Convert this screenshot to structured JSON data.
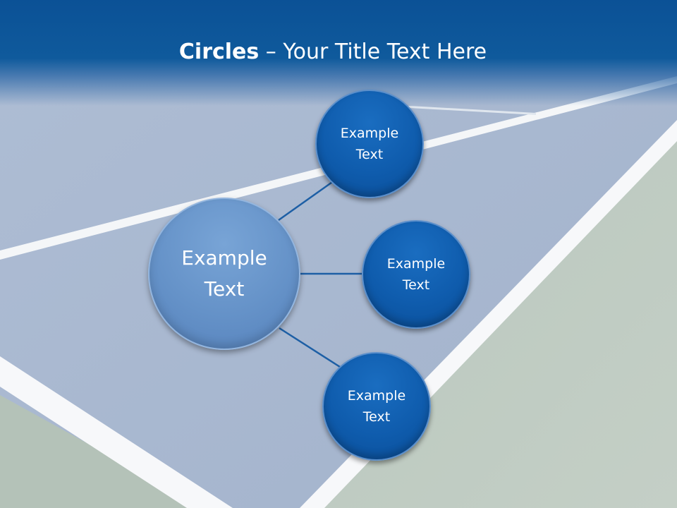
{
  "slide": {
    "title_bold": "Circles",
    "title_rest": " – Your Title Text Here"
  },
  "diagram": {
    "center": {
      "label": "Example Text"
    },
    "satellites": [
      {
        "label": "Example Text"
      },
      {
        "label": "Example Text"
      },
      {
        "label": "Example Text"
      }
    ]
  },
  "colors": {
    "header": "#0b5196",
    "satellite_fill": "#0f5cad",
    "center_fill": "#6592c8",
    "connector": "#1d5fa5"
  }
}
